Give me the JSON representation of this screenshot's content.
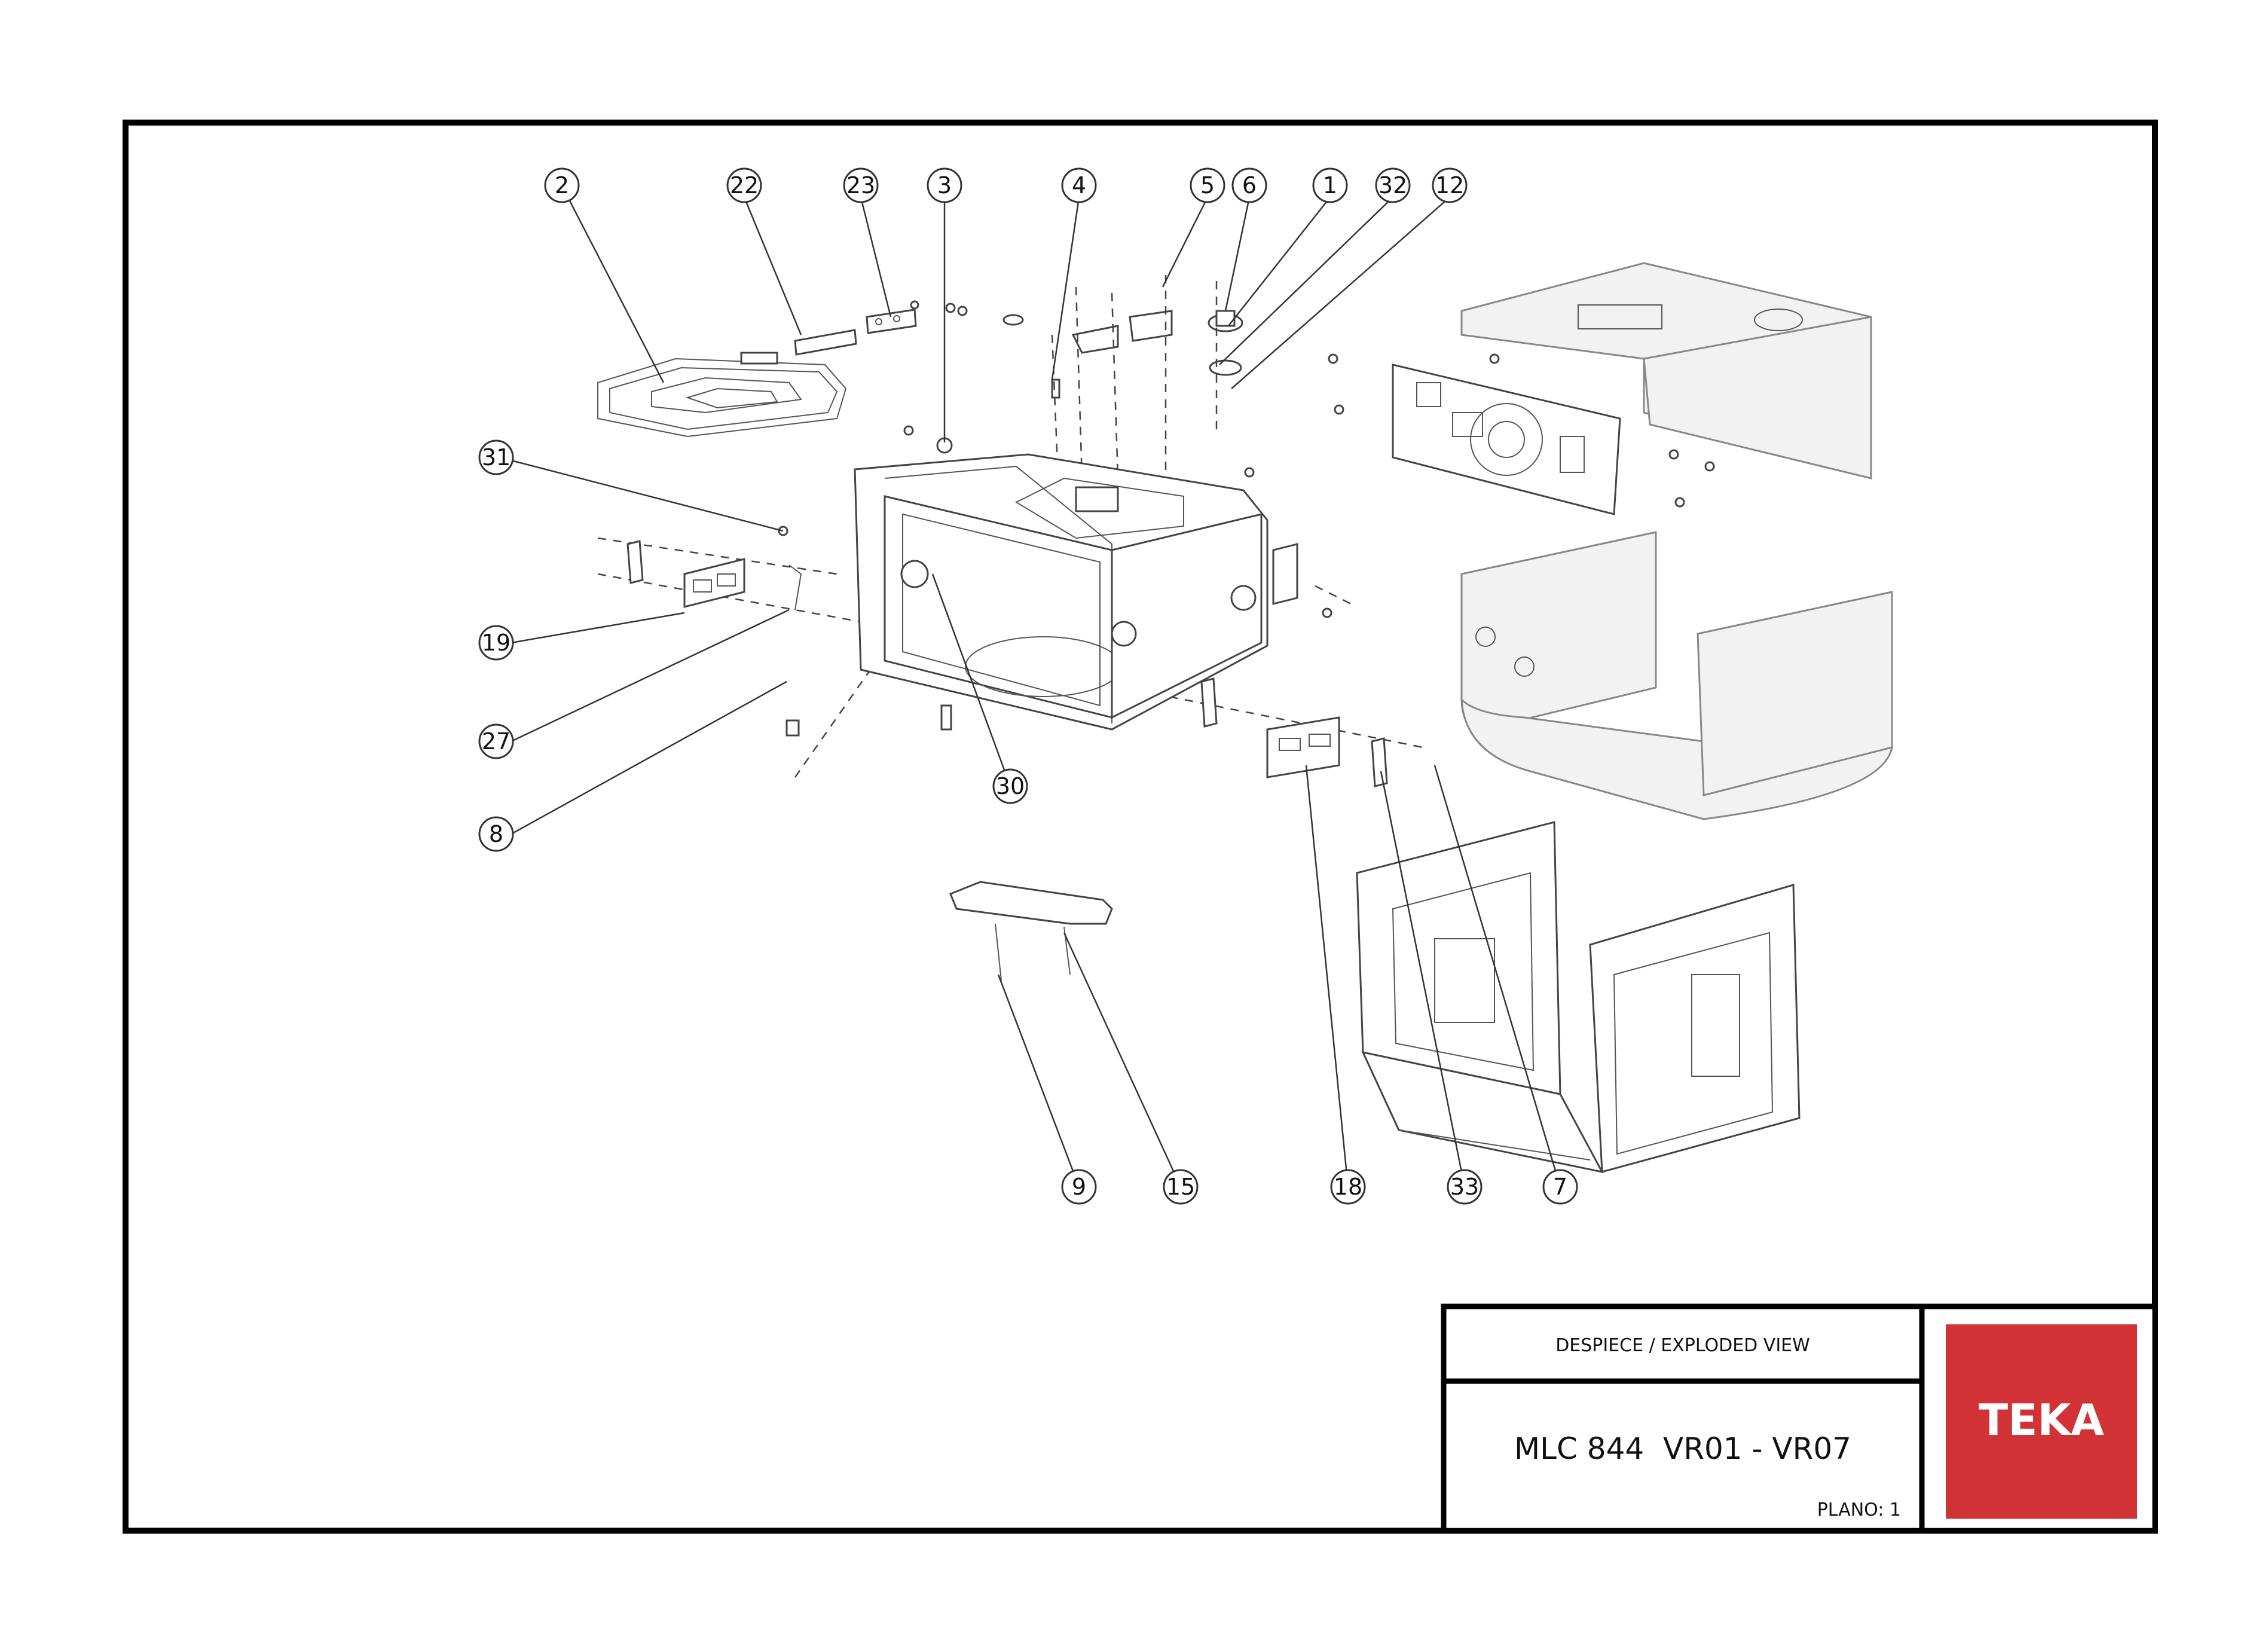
{
  "title_block": {
    "header": "DESPIECE / EXPLODED VIEW",
    "model": "MLC 844  VR01 - VR07",
    "sheet": "PLANO: 1"
  },
  "brand": {
    "logo_text": "TEKA",
    "color": "#d03236"
  },
  "callouts": [
    {
      "id": "c2",
      "label": "2"
    },
    {
      "id": "c22",
      "label": "22"
    },
    {
      "id": "c23",
      "label": "23"
    },
    {
      "id": "c3",
      "label": "3"
    },
    {
      "id": "c4",
      "label": "4"
    },
    {
      "id": "c5",
      "label": "5"
    },
    {
      "id": "c6",
      "label": "6"
    },
    {
      "id": "c1",
      "label": "1"
    },
    {
      "id": "c32",
      "label": "32"
    },
    {
      "id": "c12",
      "label": "12"
    },
    {
      "id": "c31",
      "label": "31"
    },
    {
      "id": "c19",
      "label": "19"
    },
    {
      "id": "c27",
      "label": "27"
    },
    {
      "id": "c8",
      "label": "8"
    },
    {
      "id": "c30",
      "label": "30"
    },
    {
      "id": "c9",
      "label": "9"
    },
    {
      "id": "c15",
      "label": "15"
    },
    {
      "id": "c18",
      "label": "18"
    },
    {
      "id": "c33",
      "label": "33"
    },
    {
      "id": "c7",
      "label": "7"
    }
  ]
}
